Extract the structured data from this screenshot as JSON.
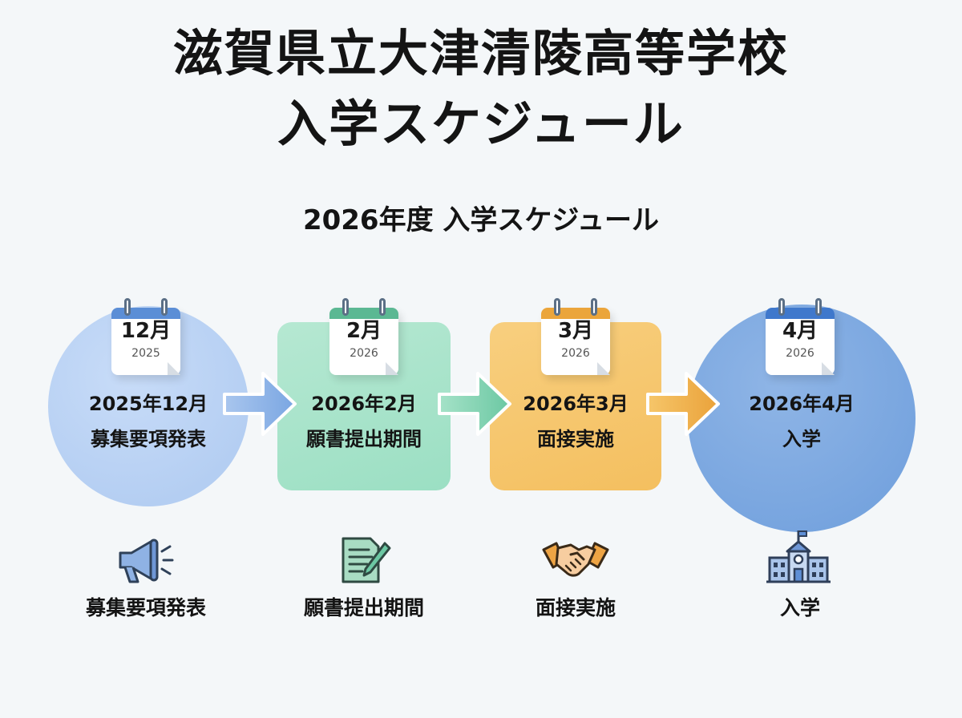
{
  "header": {
    "title_line1": "滋賀県立大津清陵高等学校",
    "title_line2": "入学スケジュール",
    "subtitle": "2026年度 入学スケジュール"
  },
  "steps": [
    {
      "cal_month": "12月",
      "cal_year": "2025",
      "date": "2025年12月",
      "event": "募集要項発表",
      "icon": "megaphone-icon",
      "label": "募集要項発表",
      "color": "#adc9f0",
      "accent": "#5b8ed6"
    },
    {
      "cal_month": "2月",
      "cal_year": "2026",
      "date": "2026年2月",
      "event": "願書提出期間",
      "icon": "document-pen-icon",
      "label": "願書提出期間",
      "color": "#9bdfc3",
      "accent": "#5bb893"
    },
    {
      "cal_month": "3月",
      "cal_year": "2026",
      "date": "2026年3月",
      "event": "面接実施",
      "icon": "handshake-icon",
      "label": "面接実施",
      "color": "#f4bf5f",
      "accent": "#eba53b"
    },
    {
      "cal_month": "4月",
      "cal_year": "2026",
      "date": "2026年4月",
      "event": "入学",
      "icon": "school-building-icon",
      "label": "入学",
      "color": "#6e9edc",
      "accent": "#3f78cc"
    }
  ]
}
